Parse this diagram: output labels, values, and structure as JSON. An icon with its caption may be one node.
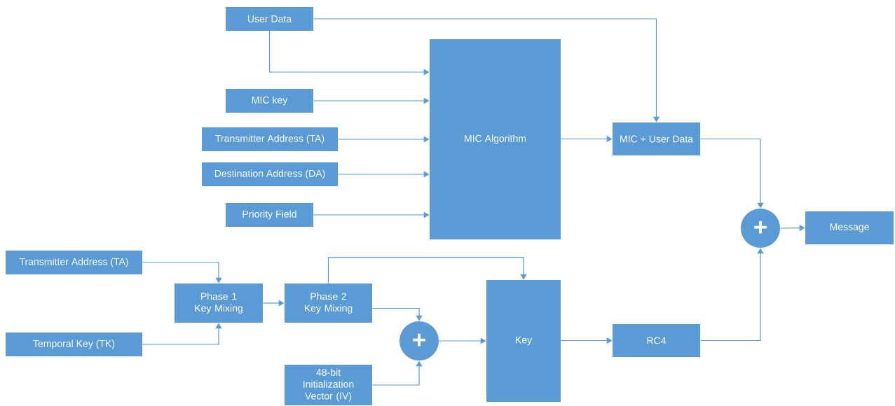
{
  "diagram": {
    "nodes": [
      {
        "text": [
          "User Data"
        ]
      },
      {
        "text": [
          "MIC key"
        ]
      },
      {
        "text": [
          "Transmitter Address (TA)"
        ]
      },
      {
        "text": [
          "Destination Address (DA)"
        ]
      },
      {
        "text": [
          "Priority Field"
        ]
      },
      {
        "text": [
          "MIC Algorithm"
        ]
      },
      {
        "text": [
          "MIC + User Data"
        ]
      },
      {
        "text": [
          "+"
        ]
      },
      {
        "text": [
          "Message"
        ]
      },
      {
        "text": [
          "Transmitter Address (TA)"
        ]
      },
      {
        "text": [
          "Phase 1 Key Mixing"
        ]
      },
      {
        "text": [
          "Phase 2 Key Mixing"
        ]
      },
      {
        "text": [
          "Temporal Key (TK)"
        ]
      },
      {
        "text": [
          "+"
        ]
      },
      {
        "text": [
          "Key"
        ]
      },
      {
        "text": [
          "RC4"
        ]
      },
      {
        "text": [
          "48-bit Initialization Vector (IV)"
        ]
      }
    ],
    "edges": [
      {
        "from": 0,
        "to": 5,
        "arrow": "to"
      },
      {
        "from": 1,
        "to": 5,
        "arrow": "to"
      },
      {
        "from": 2,
        "to": 5,
        "arrow": "to"
      },
      {
        "from": 3,
        "to": 5,
        "arrow": "to"
      },
      {
        "from": 4,
        "to": 5,
        "arrow": "to"
      },
      {
        "from": 0,
        "to": 6,
        "arrow": "to"
      },
      {
        "from": 5,
        "to": 6,
        "arrow": "to"
      },
      {
        "from": 6,
        "to": 7,
        "arrow": "to"
      },
      {
        "from": 7,
        "to": 8,
        "arrow": "to"
      },
      {
        "from": 15,
        "to": 7,
        "arrow": "to"
      },
      {
        "from": 9,
        "to": 10,
        "arrow": "to"
      },
      {
        "from": 12,
        "to": 10,
        "arrow": "to"
      },
      {
        "from": 10,
        "to": 11,
        "arrow": "to"
      },
      {
        "from": 11,
        "to": 14,
        "arrow": "to"
      },
      {
        "from": 11,
        "to": 13,
        "arrow": "to"
      },
      {
        "from": 16,
        "to": 13,
        "arrow": "to"
      },
      {
        "from": 13,
        "to": 14,
        "arrow": "to"
      },
      {
        "from": 14,
        "to": 15,
        "arrow": "to"
      }
    ]
  }
}
